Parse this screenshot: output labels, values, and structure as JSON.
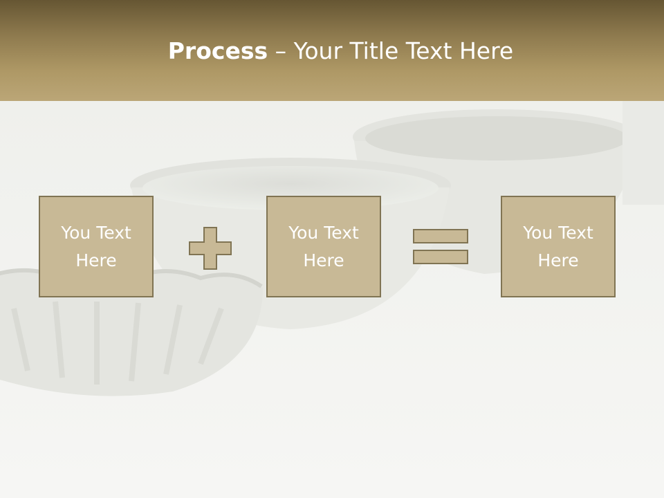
{
  "slide": {
    "title_bold": "Process",
    "title_rest": " – Your Title Text Here",
    "boxes": [
      {
        "text": "You Text\nHere"
      },
      {
        "text": "You Text\nHere"
      },
      {
        "text": "You Text\nHere"
      }
    ],
    "operators": [
      "plus-icon",
      "equals-icon"
    ]
  },
  "colors": {
    "header_top": "#665633",
    "header_bottom": "#bba677",
    "box_fill": "#c8b996",
    "box_border": "#807453",
    "text": "#ffffff"
  }
}
